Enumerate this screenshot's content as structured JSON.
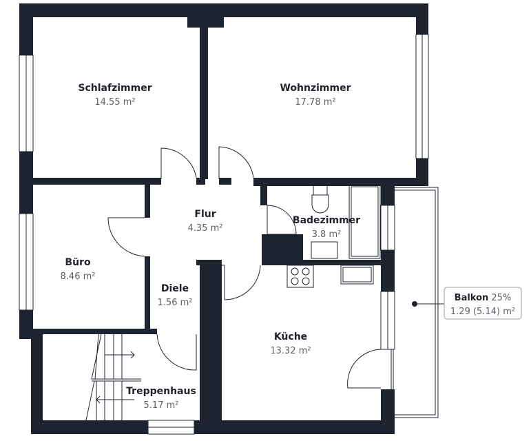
{
  "colors": {
    "wall": "#1e2330",
    "text": "#20232b",
    "area": "#5c5f66"
  },
  "rooms": {
    "schlafzimmer": {
      "name": "Schlafzimmer",
      "area": "14.55 m²"
    },
    "wohnzimmer": {
      "name": "Wohnzimmer",
      "area": "17.78 m²"
    },
    "flur": {
      "name": "Flur",
      "area": "4.35 m²"
    },
    "badezimmer": {
      "name": "Badezimmer",
      "area": "3.8 m²"
    },
    "buero": {
      "name": "Büro",
      "area": "8.46 m²"
    },
    "diele": {
      "name": "Diele",
      "area": "1.56 m²"
    },
    "kueche": {
      "name": "Küche",
      "area": "13.32 m²"
    },
    "treppenhaus": {
      "name": "Treppenhaus",
      "area": "5.17 m²"
    }
  },
  "balkon": {
    "name": "Balkon",
    "percent": "25%",
    "area": "1.29 (5.14) m²"
  }
}
